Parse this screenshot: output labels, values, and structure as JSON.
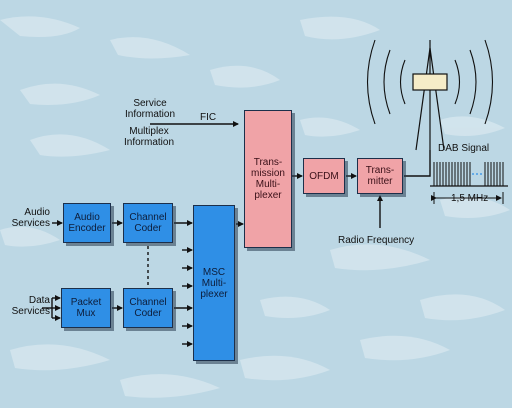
{
  "colors": {
    "background": "#bcd7e4",
    "lake_pattern": "#d7e7ee",
    "blue_block": "#2f8fe6",
    "pink_block": "#f0a3a7",
    "wire": "#111111"
  },
  "icons": [
    "antenna-tower-icon",
    "radio-waves-icon",
    "dab-spectrum-icon"
  ],
  "blocks": {
    "audio_encoder": "Audio\nEncoder",
    "channel_coder_top": "Channel\nCoder",
    "packet_mux": "Packet\nMux",
    "channel_coder_bottom": "Channel\nCoder",
    "msc_multiplexer": "MSC\nMulti-\nplexer",
    "transmission_multiplexer": "Trans-\nmission\nMulti-\nplexer",
    "ofdm": "OFDM",
    "transmitter": "Trans-\nmitter"
  },
  "labels": {
    "service_information": "Service\nInformation",
    "fic": "FIC",
    "multiplex_information": "Multiplex\nInformation",
    "audio_services": "Audio\nServices",
    "data_services": "Data\nServices",
    "radio_frequency": "Radio Frequency",
    "dab_signal": "DAB Signal",
    "bandwidth": "1,5 MHz"
  }
}
